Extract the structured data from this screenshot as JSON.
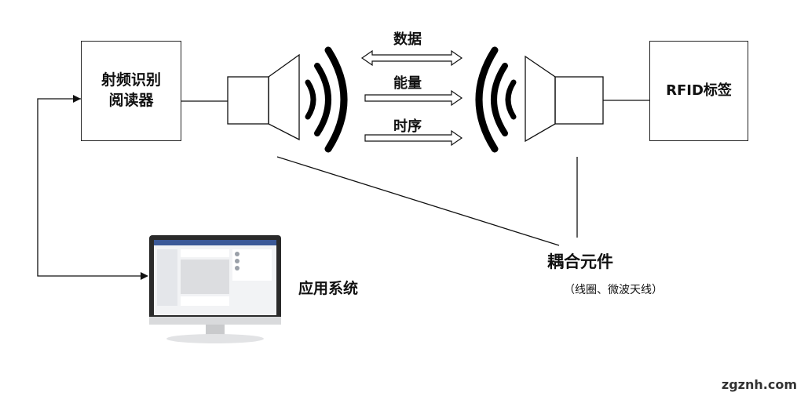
{
  "reader": {
    "label_line1": "射频识别",
    "label_line2": "阅读器"
  },
  "tag": {
    "label": "RFID标签"
  },
  "channels": {
    "data": "数据",
    "energy": "能量",
    "timing": "时序"
  },
  "app_system": {
    "label": "应用系统"
  },
  "coupling": {
    "title": "耦合元件",
    "subtitle": "（线圈、微波天线）"
  },
  "watermark": {
    "text": "zgznh.com"
  }
}
